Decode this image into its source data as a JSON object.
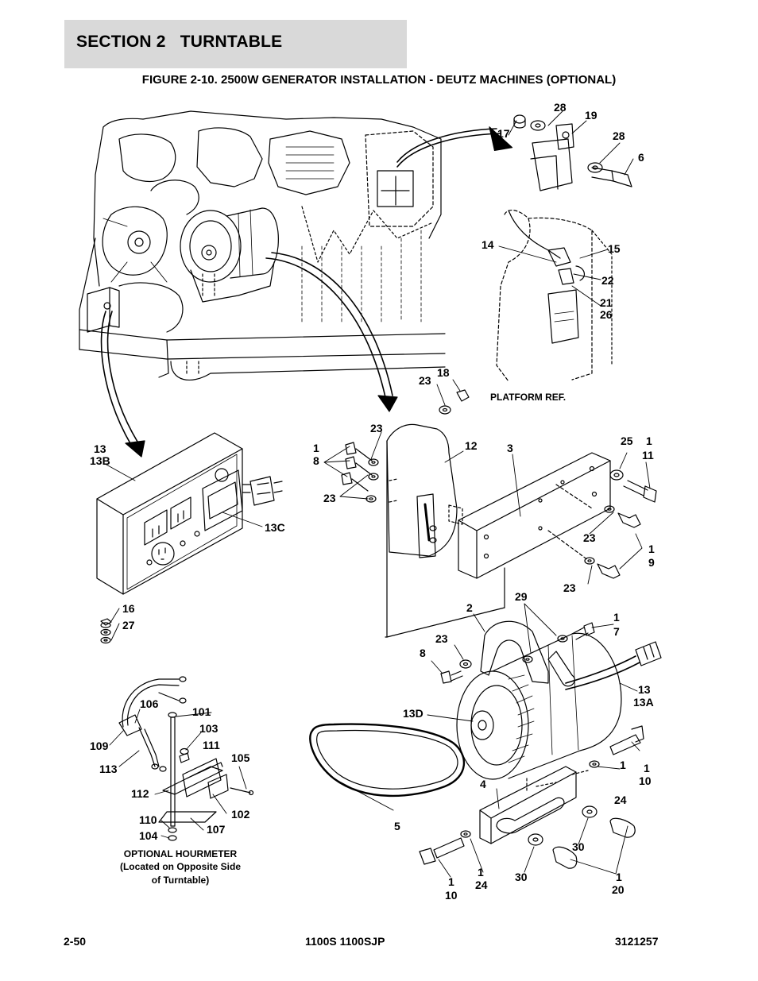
{
  "header": {
    "section": "SECTION 2   TURNTABLE",
    "figure": "FIGURE 2-10. 2500W GENERATOR INSTALLATION - DEUTZ MACHINES (OPTIONAL)"
  },
  "notes": {
    "platform_ref": "PLATFORM REF.",
    "hourmeter_line1": "OPTIONAL HOURMETER",
    "hourmeter_line2": "(Located on Opposite Side",
    "hourmeter_line3": "of Turntable)"
  },
  "callouts": {
    "c28a": "28",
    "c19": "19",
    "c17": "17",
    "c28b": "28",
    "c6": "6",
    "c14": "14",
    "c15": "15",
    "c22": "22",
    "c21": "21",
    "c26": "26",
    "c23a": "23",
    "c18": "18",
    "c13a1": "13",
    "c13b": "13B",
    "c13c": "13C",
    "c16": "16",
    "c27": "27",
    "c23b": "23",
    "c1a": "1",
    "c8a": "8",
    "c23c": "23",
    "c12": "12",
    "c3": "3",
    "c25": "25",
    "c1b": "1",
    "c11": "11",
    "c23d": "23",
    "c1c": "1",
    "c9": "9",
    "c23e": "23",
    "c2": "2",
    "c29": "29",
    "c1d": "1",
    "c7": "7",
    "c23f": "23",
    "c8b": "8",
    "c13d1": "13",
    "c13da": "13A",
    "c13d": "13D",
    "c106": "106",
    "c101": "101",
    "c103": "103",
    "c111": "111",
    "c109": "109",
    "c113": "113",
    "c105": "105",
    "c112": "112",
    "c102": "102",
    "c110": "110",
    "c107": "107",
    "c104": "104",
    "c4": "4",
    "c1e": "1",
    "c24a": "24",
    "c1f": "1",
    "c10a": "10",
    "c5": "5",
    "c30a": "30",
    "c1g": "1",
    "c24b": "24",
    "c30b": "30",
    "c1h": "1",
    "c20": "20",
    "c1i": "1",
    "c10b": "10"
  },
  "footer": {
    "page": "2-50",
    "model": "1100S 1100SJP",
    "doc_number": "3121257"
  }
}
